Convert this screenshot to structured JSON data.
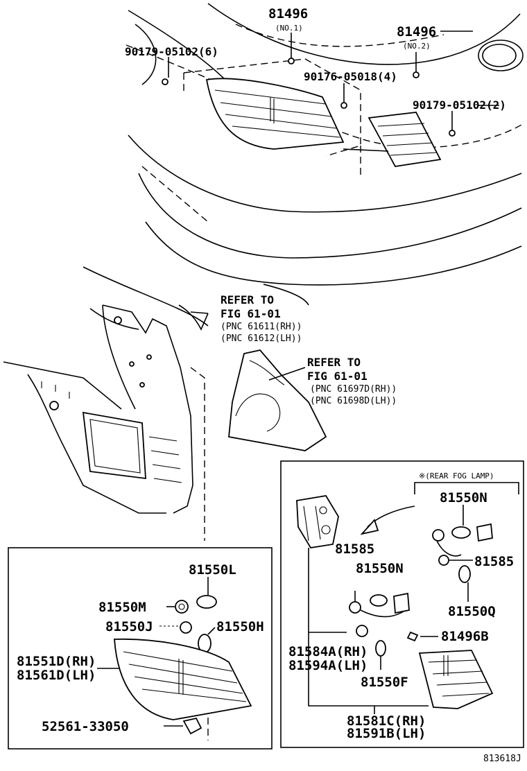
{
  "callouts": {
    "c81496_1": "81496",
    "c81496_1_sub": "(NO.1)",
    "c81496_2": "81496",
    "c81496_2_sub": "(NO.2)",
    "c90179_6": "90179-05102(6)",
    "c90176_4": "90176-05018(4)",
    "c90179_2": "90179-05102(2)",
    "refer1_line1": "REFER TO",
    "refer1_line2": "FIG 61-01",
    "refer1_line3": "(PNC 61611(RH))",
    "refer1_line4": "(PNC 61612(LH))",
    "refer2_line1": "REFER TO",
    "refer2_line2": "FIG 61-01",
    "refer2_line3": "(PNC 61697D(RH))",
    "refer2_line4": "(PNC 61698D(LH))",
    "left_81550L": "81550L",
    "left_81550M": "81550M",
    "left_81550J": "81550J",
    "left_81550H": "81550H",
    "left_81551D": "81551D(RH)",
    "left_81561D": "81561D(LH)",
    "left_52561": "52561-33050",
    "right_note": "※(REAR FOG LAMP)",
    "right_81550N_top": "81550N",
    "right_81585_right": "81585",
    "right_81550Q": "81550Q",
    "right_81585_mid": "81585",
    "right_81550N_mid": "81550N",
    "right_81496B": "81496B",
    "right_81584A": "81584A(RH)",
    "right_81594A": "81594A(LH)",
    "right_81550F": "81550F",
    "right_81581C": "81581C(RH)",
    "right_81591B": "81591B(LH)",
    "figure_id": "813618J"
  }
}
